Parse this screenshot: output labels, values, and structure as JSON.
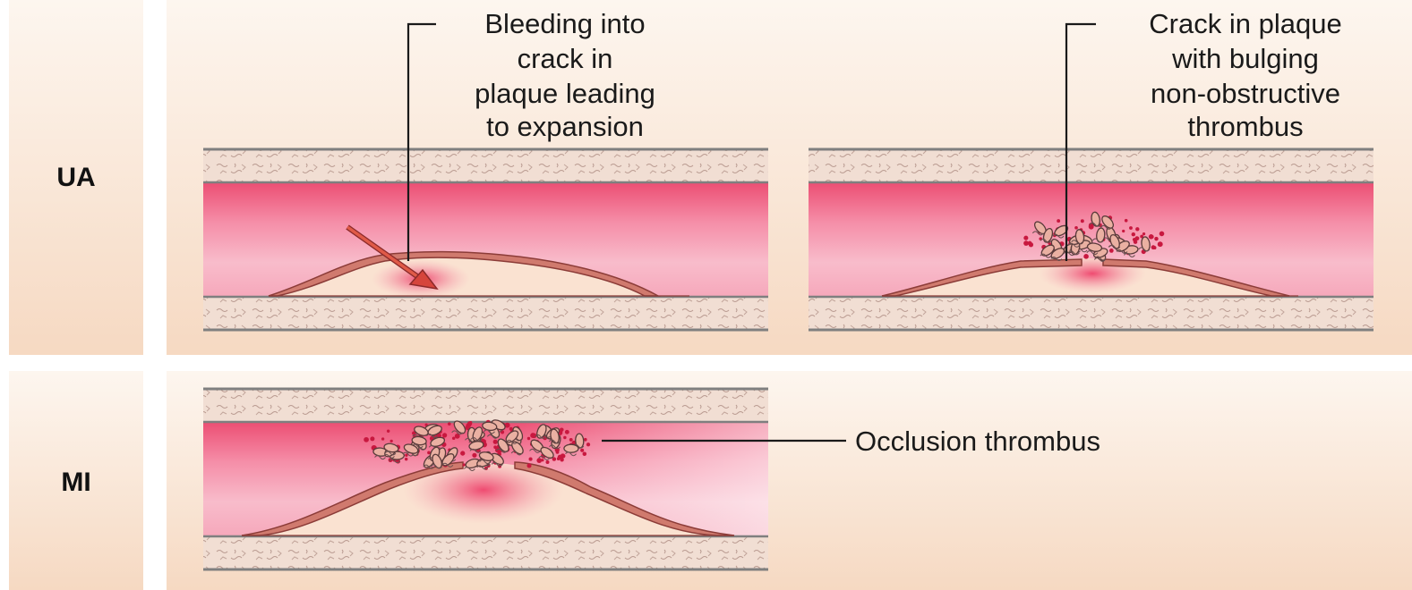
{
  "rows": {
    "ua": {
      "label": "UA"
    },
    "mi": {
      "label": "MI"
    }
  },
  "annotations": {
    "bleeding": [
      "Bleeding into",
      "crack in",
      "plaque leading",
      "to expansion"
    ],
    "crack": [
      "Crack in plaque",
      "with bulging",
      "non-obstructive",
      "thrombus"
    ],
    "occlusion": "Occlusion thrombus"
  },
  "colors": {
    "panel_top": "#fdf5ee",
    "panel_bottom": "#f7dcc6",
    "wall": "#f0ddd2",
    "wall_border": "#7f7f7f",
    "lumen_dark": "#ee5d7e",
    "lumen_light": "#f7b6c6",
    "plaque": "#f9e0cf",
    "plaque_rim": "#c9605a",
    "cell_fill": "#e9a89a",
    "cell_edge": "#5a3a3a",
    "platelet": "#c8183f",
    "arrow": "#d6453c"
  }
}
